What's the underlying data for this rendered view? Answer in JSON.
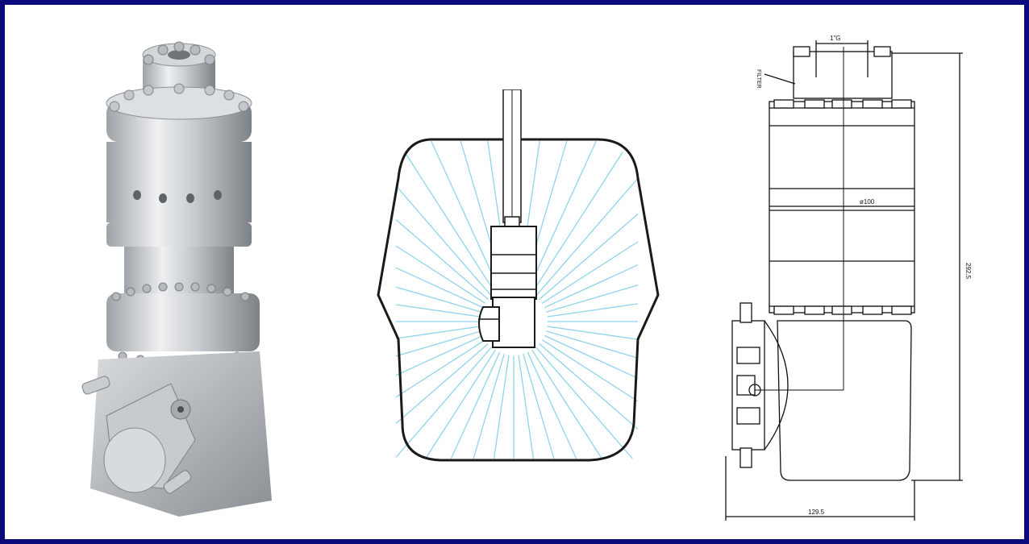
{
  "figure": {
    "photo": {
      "subject": "tank cleaning nozzle head (stainless steel)"
    },
    "spray_pattern": {
      "spray_color": "#8fd3ec",
      "outline_color": "#1a1a1a"
    },
    "technical_drawing": {
      "label_filter": "FILTER",
      "dim_inlet": "1\"G",
      "dim_diameter": "ø100",
      "dim_height": "292.5",
      "dim_width": "129.5"
    }
  },
  "colors": {
    "frame_border": "#0a0a7a",
    "steel_light": "#e6e8ea",
    "steel_dark": "#8d9196"
  }
}
